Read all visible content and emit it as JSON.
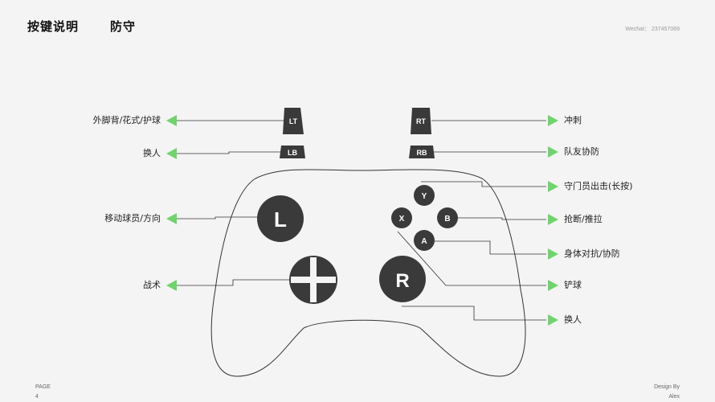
{
  "header": {
    "title_left": "按键说明",
    "title_right": "防守",
    "wechat": "Wechat：  237457069"
  },
  "footer": {
    "page_label": "PAGE",
    "page_number": "4",
    "design_label": "Design By",
    "designer": "Alex"
  },
  "buttons": {
    "lt": "LT",
    "lb": "LB",
    "rt": "RT",
    "rb": "RB",
    "l_stick": "L",
    "r_stick": "R",
    "y": "Y",
    "x": "X",
    "b": "B",
    "a": "A"
  },
  "labels_left": {
    "lt": "外脚背/花式/护球",
    "lb": "换人",
    "l_stick": "移动球员/方向",
    "dpad": "战术"
  },
  "labels_right": {
    "rt": "冲刺",
    "rb": "队友协防",
    "y": "守门员出击(长按)",
    "b": "抢断/推拉",
    "a": "身体对抗/协防",
    "x": "铲球",
    "r_stick": "换人"
  },
  "colors": {
    "arrow": "#6fd46c",
    "button_fill": "#3a3a3a",
    "outline": "#333333"
  }
}
